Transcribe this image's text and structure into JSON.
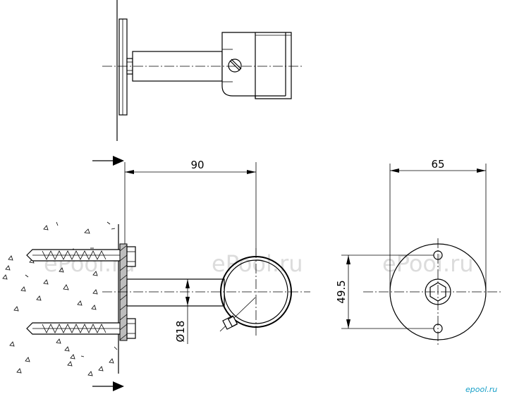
{
  "dimensions": {
    "length": "90",
    "flange_width": "65",
    "hole_spacing": "49.5",
    "tube_diameter": "Ø18"
  },
  "watermarks": [
    "ePool.ru",
    "ePool.ru",
    "ePool.ru"
  ],
  "logo": "epool.ru"
}
